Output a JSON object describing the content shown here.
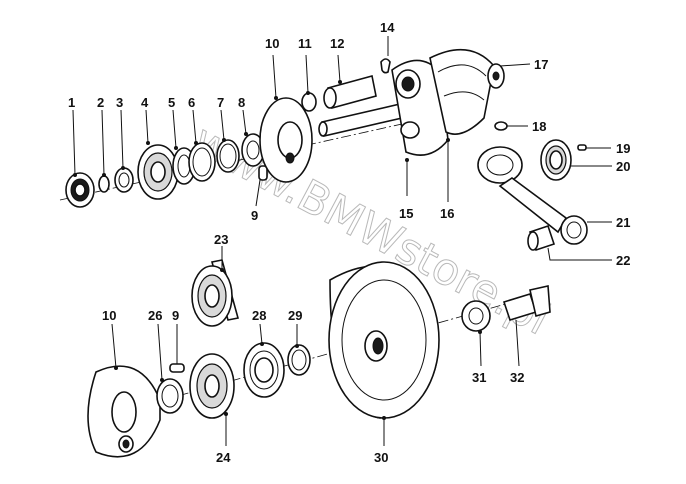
{
  "watermark": "www.BMWstore.pl",
  "callouts": [
    {
      "id": "c1",
      "label": "1"
    },
    {
      "id": "c2",
      "label": "2"
    },
    {
      "id": "c3",
      "label": "3"
    },
    {
      "id": "c4",
      "label": "4"
    },
    {
      "id": "c5",
      "label": "5"
    },
    {
      "id": "c6",
      "label": "6"
    },
    {
      "id": "c7",
      "label": "7"
    },
    {
      "id": "c8",
      "label": "8"
    },
    {
      "id": "c9a",
      "label": "9"
    },
    {
      "id": "c10a",
      "label": "10"
    },
    {
      "id": "c11",
      "label": "11"
    },
    {
      "id": "c12",
      "label": "12"
    },
    {
      "id": "c14",
      "label": "14"
    },
    {
      "id": "c15",
      "label": "15"
    },
    {
      "id": "c16",
      "label": "16"
    },
    {
      "id": "c17",
      "label": "17"
    },
    {
      "id": "c18",
      "label": "18"
    },
    {
      "id": "c19",
      "label": "19"
    },
    {
      "id": "c20",
      "label": "20"
    },
    {
      "id": "c21",
      "label": "21"
    },
    {
      "id": "c22",
      "label": "22"
    },
    {
      "id": "c23",
      "label": "23"
    },
    {
      "id": "c10b",
      "label": "10"
    },
    {
      "id": "c26",
      "label": "26"
    },
    {
      "id": "c9b",
      "label": "9"
    },
    {
      "id": "c28",
      "label": "28"
    },
    {
      "id": "c29",
      "label": "29"
    },
    {
      "id": "c24",
      "label": "24"
    },
    {
      "id": "c30",
      "label": "30"
    },
    {
      "id": "c31",
      "label": "31"
    },
    {
      "id": "c32",
      "label": "32"
    }
  ]
}
